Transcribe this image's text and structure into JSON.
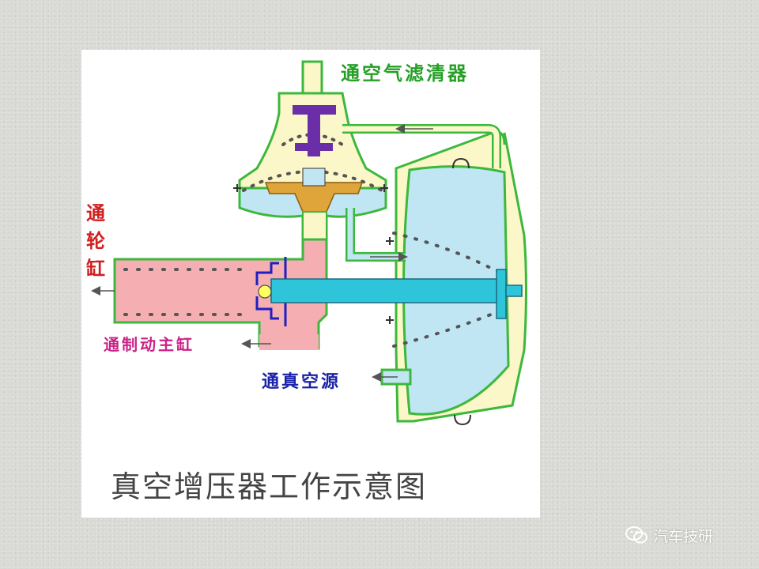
{
  "labels": {
    "air_filter": "通空气滤清器",
    "wheel_cylinder": [
      "通",
      "轮",
      "缸"
    ],
    "master_cylinder": "通制动主缸",
    "vacuum_source": "通真空源"
  },
  "caption": "真空增压器工作示意图",
  "watermark": {
    "icon": "wechat-icon",
    "text": "汽车技研"
  },
  "colors": {
    "housing_outline": "#3cb83c",
    "housing_fill": "#fbf7c8",
    "chamber": "#bfe6f2",
    "hydraulic": "#f5aeb2",
    "piston_rod": "#2ec5da",
    "valve_stem": "#6a2fa8",
    "valve_seat": "#e0a53a",
    "air_filter_text": "#25a025",
    "wheel_cylinder_text": "#d02020",
    "master_cylinder_text": "#cc2288",
    "vacuum_source_text": "#1a22aa"
  }
}
